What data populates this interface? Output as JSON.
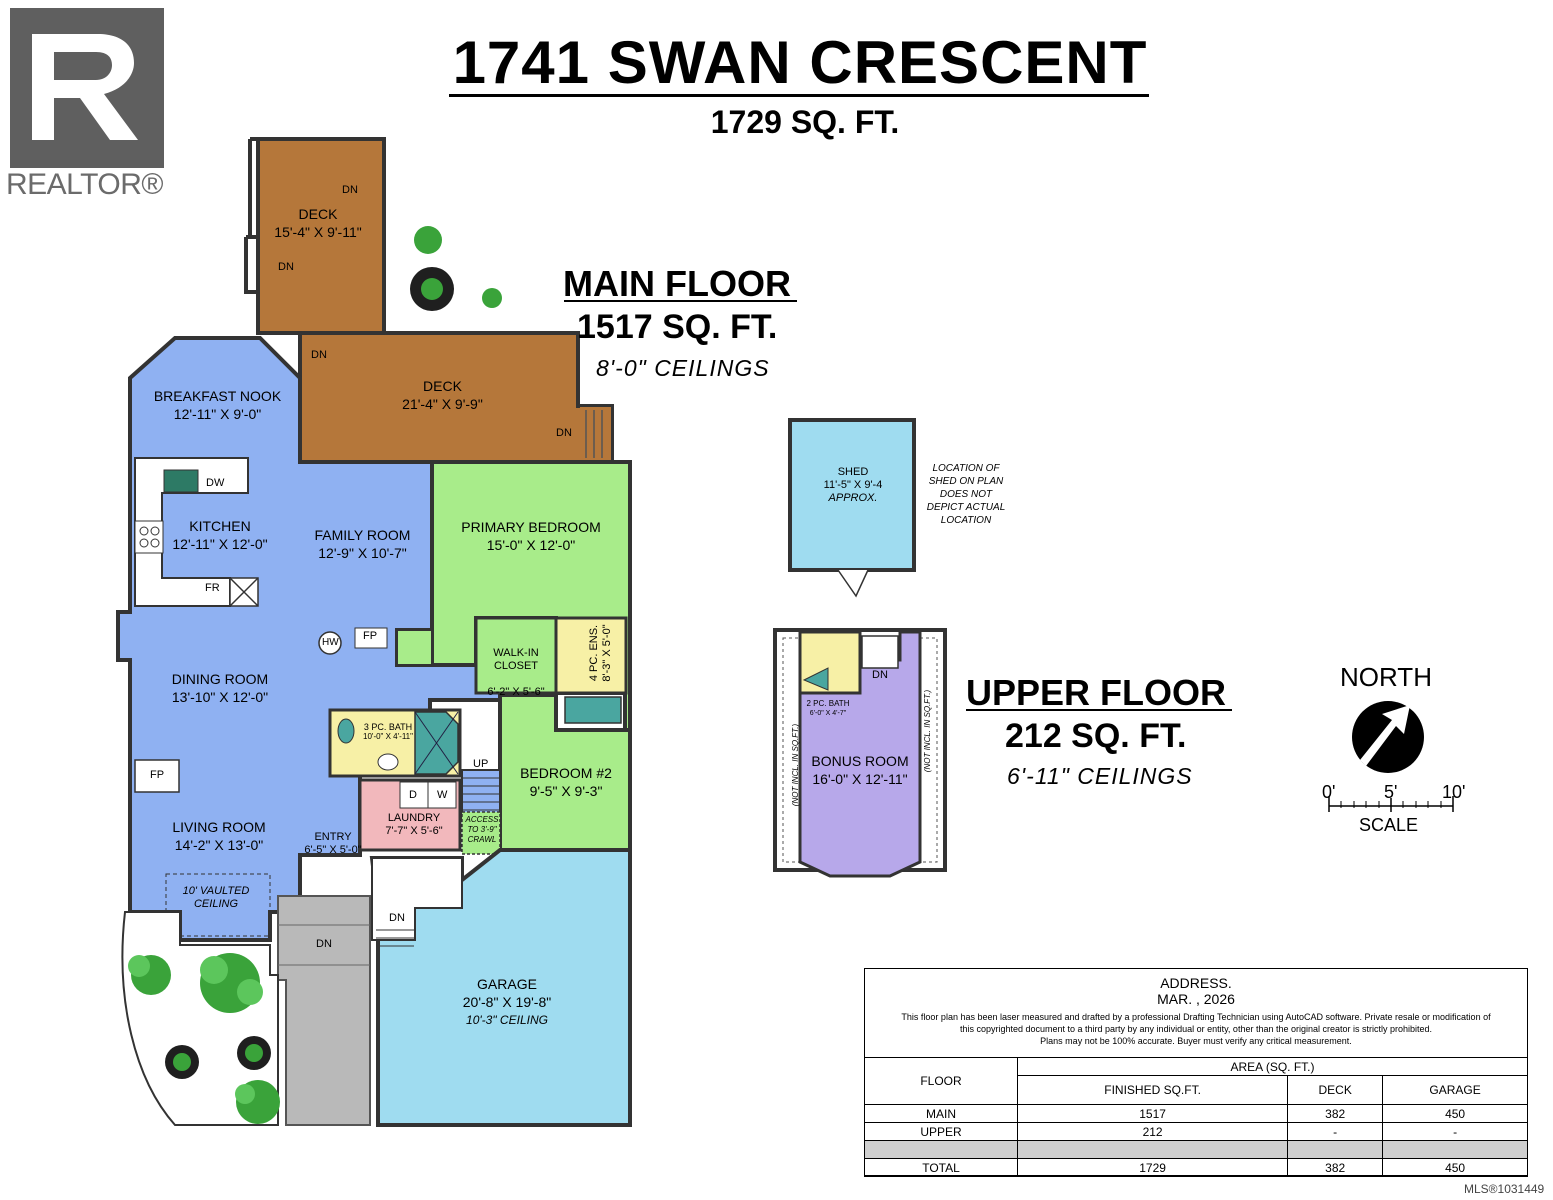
{
  "header": {
    "address_title": "1741 SWAN CRESCENT",
    "total_area": "1729 SQ. FT."
  },
  "brand": {
    "realtor": "REALTOR®"
  },
  "main_floor": {
    "heading": "MAIN FLOOR",
    "area": "1517 SQ. FT.",
    "ceilings": "8'-0\" CEILINGS"
  },
  "upper_floor": {
    "heading": "UPPER FLOOR",
    "area": "212 SQ. FT.",
    "ceilings": "6'-11\" CEILINGS"
  },
  "rooms": {
    "deck_upper": {
      "name": "DECK",
      "size": "15'-4\" X 9'-11\""
    },
    "deck_lower": {
      "name": "DECK",
      "size": "21'-4\" X 9'-9\""
    },
    "breakfast_nook": {
      "name": "BREAKFAST NOOK",
      "size": "12'-11\" X 9'-0\""
    },
    "kitchen": {
      "name": "KITCHEN",
      "size": "12'-11\" X 12'-0\""
    },
    "family_room": {
      "name": "FAMILY ROOM",
      "size": "12'-9\" X 10'-7\""
    },
    "primary_bedroom": {
      "name": "PRIMARY BEDROOM",
      "size": "15'-0\" X 12'-0\""
    },
    "walk_in_closet": {
      "name": "WALK-IN\nCLOSET",
      "size": "6'-2\" X 5'-6\""
    },
    "ensuite": {
      "name": "4 PC. ENS.",
      "size": "8'-3\" X 5'-0\""
    },
    "dining_room": {
      "name": "DINING ROOM",
      "size": "13'-10\" X 12'-0\""
    },
    "bath_3pc": {
      "name": "3 PC. BATH",
      "size": "10'-0\" X 4'-11\""
    },
    "bedroom_2": {
      "name": "BEDROOM #2",
      "size": "9'-5\" X 9'-3\""
    },
    "laundry": {
      "name": "LAUNDRY",
      "size": "7'-7\" X 5'-6\""
    },
    "living_room": {
      "name": "LIVING ROOM",
      "size": "14'-2\" X 13'-0\""
    },
    "entry": {
      "name": "ENTRY",
      "size": "6'-5\" X 5'-0\""
    },
    "garage": {
      "name": "GARAGE",
      "size": "20'-8\" X 19'-8\"",
      "note": "10'-3\" CEILING"
    },
    "shed": {
      "name": "SHED",
      "size": "11'-5\" X 9'-4",
      "note": "APPROX."
    },
    "bath_2pc": {
      "name": "2 PC. BATH",
      "size": "6'-0\" X 4'-7\""
    },
    "bonus_room": {
      "name": "BONUS ROOM",
      "size": "16'-0\" X 12'-11\""
    }
  },
  "annotations": {
    "dn": "DN",
    "up": "UP",
    "dw": "DW",
    "fr": "FR",
    "fp": "FP",
    "hw": "HW",
    "d": "D",
    "w": "W",
    "vaulted": "10' VAULTED\nCEILING",
    "crawl": "ACCESS\nTO 3'-9\"\nCRAWL",
    "shed_note": "LOCATION OF\nSHED ON PLAN\nDOES NOT\nDEPICT ACTUAL\nLOCATION",
    "not_incl": "(NOT INCL. IN SQ.FT.)"
  },
  "compass": {
    "label": "NORTH",
    "scale_ticks": [
      "0'",
      "5'",
      "10'"
    ],
    "scale_label": "SCALE"
  },
  "info": {
    "address": "ADDRESS.",
    "date": "MAR. , 2026",
    "disclaimer_1": "This floor plan has been laser measured and drafted by a professional Drafting Technician using AutoCAD software. Private resale or modification of",
    "disclaimer_2": "this copyrighted document to a third party by any individual or entity, other than the original creator is strictly prohibited.",
    "disclaimer_3": "Plans may not be 100% accurate.  Buyer must verify any critical measurement."
  },
  "area_table": {
    "floor_header": "FLOOR",
    "group_header": "AREA (SQ. FT.)",
    "columns": [
      "FINISHED SQ.FT.",
      "DECK",
      "GARAGE"
    ],
    "rows": [
      {
        "floor": "MAIN",
        "finished": "1517",
        "deck": "382",
        "garage": "450"
      },
      {
        "floor": "UPPER",
        "finished": "212",
        "deck": "-",
        "garage": "-"
      }
    ],
    "total": {
      "floor": "TOTAL",
      "finished": "1729",
      "deck": "382",
      "garage": "450"
    }
  },
  "footer": {
    "mls": "MLS®1031449"
  },
  "colors": {
    "deck": "#b5773a",
    "blue_room": "#8fb1f2",
    "green_room": "#a8ec8a",
    "garage": "#9fdcf0",
    "bonus": "#b7a8ea",
    "laundry": "#f2b8bc",
    "bath": "#f7f0a6",
    "walkway": "#b9b9b9"
  }
}
